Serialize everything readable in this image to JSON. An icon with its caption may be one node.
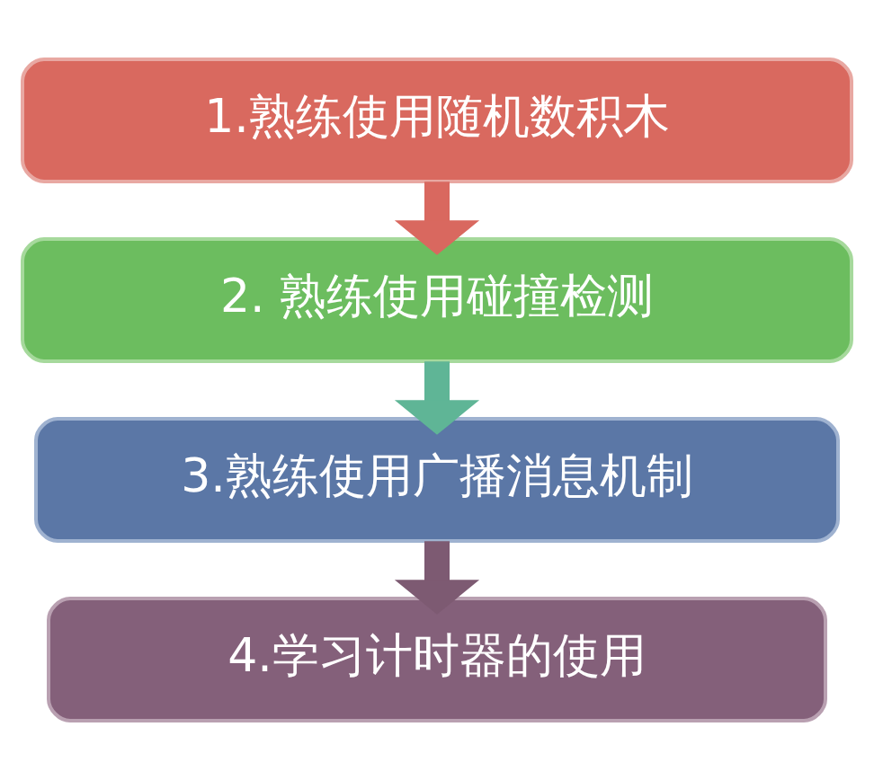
{
  "diagram": {
    "nodes": [
      {
        "text": [
          "1.熟练使用随机数积木"
        ]
      },
      {
        "text": [
          "2. 熟练使用碰撞检测"
        ]
      },
      {
        "text": [
          "3.熟练使用广播消息机制"
        ]
      },
      {
        "text": [
          "4.学习计时器的使用"
        ]
      }
    ],
    "edges": [
      {
        "from": 0,
        "to": 1,
        "arrow": "to",
        "color": "#d9685f"
      },
      {
        "from": 1,
        "to": 2,
        "arrow": "to",
        "color": "#5fb596"
      },
      {
        "from": 2,
        "to": 3,
        "arrow": "to",
        "color": "#7d5a72"
      }
    ]
  }
}
